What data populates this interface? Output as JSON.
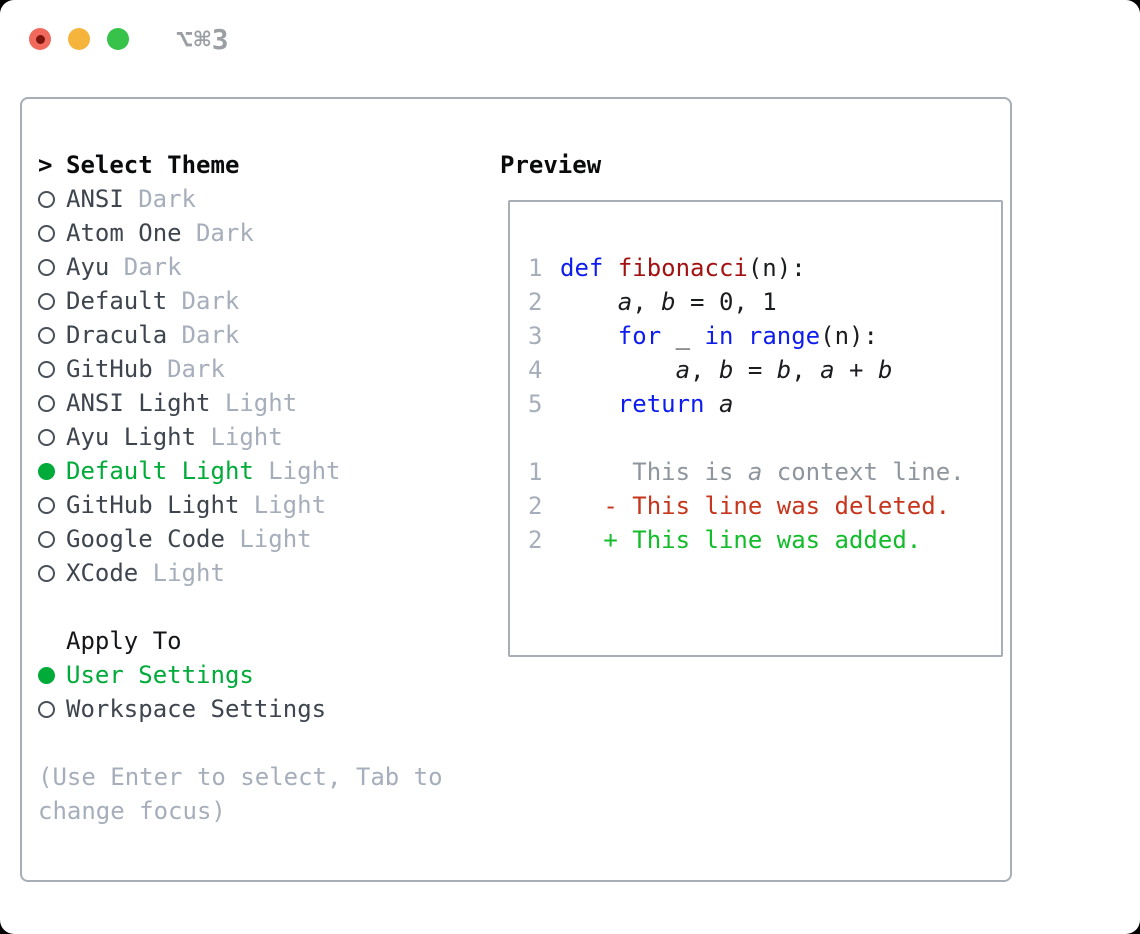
{
  "window": {
    "title": "⌥⌘3"
  },
  "theme_panel": {
    "prompt": ">",
    "title": "Select Theme",
    "themes": [
      {
        "name": "ANSI",
        "variant": "Dark",
        "selected": false
      },
      {
        "name": "Atom One",
        "variant": "Dark",
        "selected": false
      },
      {
        "name": "Ayu",
        "variant": "Dark",
        "selected": false
      },
      {
        "name": "Default",
        "variant": "Dark",
        "selected": false
      },
      {
        "name": "Dracula",
        "variant": "Dark",
        "selected": false
      },
      {
        "name": "GitHub",
        "variant": "Dark",
        "selected": false
      },
      {
        "name": "ANSI Light",
        "variant": "Light",
        "selected": false
      },
      {
        "name": "Ayu Light",
        "variant": "Light",
        "selected": false
      },
      {
        "name": "Default Light",
        "variant": "Light",
        "selected": true
      },
      {
        "name": "GitHub Light",
        "variant": "Light",
        "selected": false
      },
      {
        "name": "Google Code",
        "variant": "Light",
        "selected": false
      },
      {
        "name": "XCode",
        "variant": "Light",
        "selected": false
      }
    ],
    "apply_to": {
      "label": "Apply To",
      "options": [
        {
          "name": "User Settings",
          "selected": true
        },
        {
          "name": "Workspace Settings",
          "selected": false
        }
      ]
    },
    "hint": "(Use Enter to select, Tab to change focus)"
  },
  "preview": {
    "label": "Preview",
    "colors": {
      "keyword": "#0e1cef",
      "function": "#a31212",
      "context": "#8e959d",
      "deleted": "#c5361d",
      "added": "#12bc2a",
      "selection_green": "#00ab39"
    },
    "lines": [
      {
        "num": "1",
        "segments": [
          {
            "t": "def",
            "c": "kw"
          },
          {
            "t": " "
          },
          {
            "t": "fibonacci",
            "c": "fn"
          },
          {
            "t": "(n):"
          }
        ]
      },
      {
        "num": "2",
        "segments": [
          {
            "t": "    "
          },
          {
            "t": "a",
            "c": "var"
          },
          {
            "t": ", "
          },
          {
            "t": "b",
            "c": "var"
          },
          {
            "t": " = 0, 1"
          }
        ]
      },
      {
        "num": "3",
        "segments": [
          {
            "t": "    "
          },
          {
            "t": "for",
            "c": "kw"
          },
          {
            "t": " _ "
          },
          {
            "t": "in",
            "c": "kw"
          },
          {
            "t": " "
          },
          {
            "t": "range",
            "c": "kw"
          },
          {
            "t": "(n):"
          }
        ]
      },
      {
        "num": "4",
        "segments": [
          {
            "t": "        "
          },
          {
            "t": "a",
            "c": "var"
          },
          {
            "t": ", "
          },
          {
            "t": "b",
            "c": "var"
          },
          {
            "t": " = "
          },
          {
            "t": "b",
            "c": "var"
          },
          {
            "t": ", "
          },
          {
            "t": "a",
            "c": "var"
          },
          {
            "t": " + "
          },
          {
            "t": "b",
            "c": "var"
          }
        ]
      },
      {
        "num": "5",
        "segments": [
          {
            "t": "    "
          },
          {
            "t": "return",
            "c": "kw"
          },
          {
            "t": " "
          },
          {
            "t": "a",
            "c": "var"
          }
        ]
      },
      {
        "num": "",
        "segments": []
      },
      {
        "num": "1",
        "segments": [
          {
            "t": "     This is ",
            "c": "ctx"
          },
          {
            "t": "a",
            "c": "ctx var"
          },
          {
            "t": " context line.",
            "c": "ctx"
          }
        ]
      },
      {
        "num": "2",
        "segments": [
          {
            "t": "   - This line was deleted.",
            "c": "del"
          }
        ]
      },
      {
        "num": "2",
        "segments": [
          {
            "t": "   + This line was added.",
            "c": "add"
          }
        ]
      }
    ]
  }
}
